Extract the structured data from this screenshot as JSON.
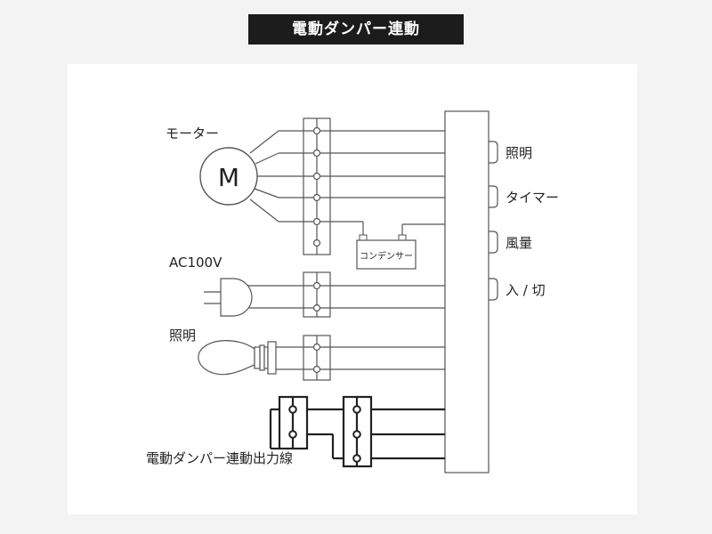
{
  "title": "電動ダンパー連動",
  "labels": {
    "motor": "モーター",
    "motor_symbol": "M",
    "power": "AC100V",
    "lamp": "照明",
    "condenser": "コンデンサー",
    "damper_output": "電動ダンパー連動出力線"
  },
  "switches": [
    "照明",
    "タイマー",
    "風量",
    "入 / 切"
  ],
  "colors": {
    "line": "#555555",
    "bold": "#222222",
    "title_bg": "#1c1c1c",
    "title_text": "#ffffff"
  }
}
